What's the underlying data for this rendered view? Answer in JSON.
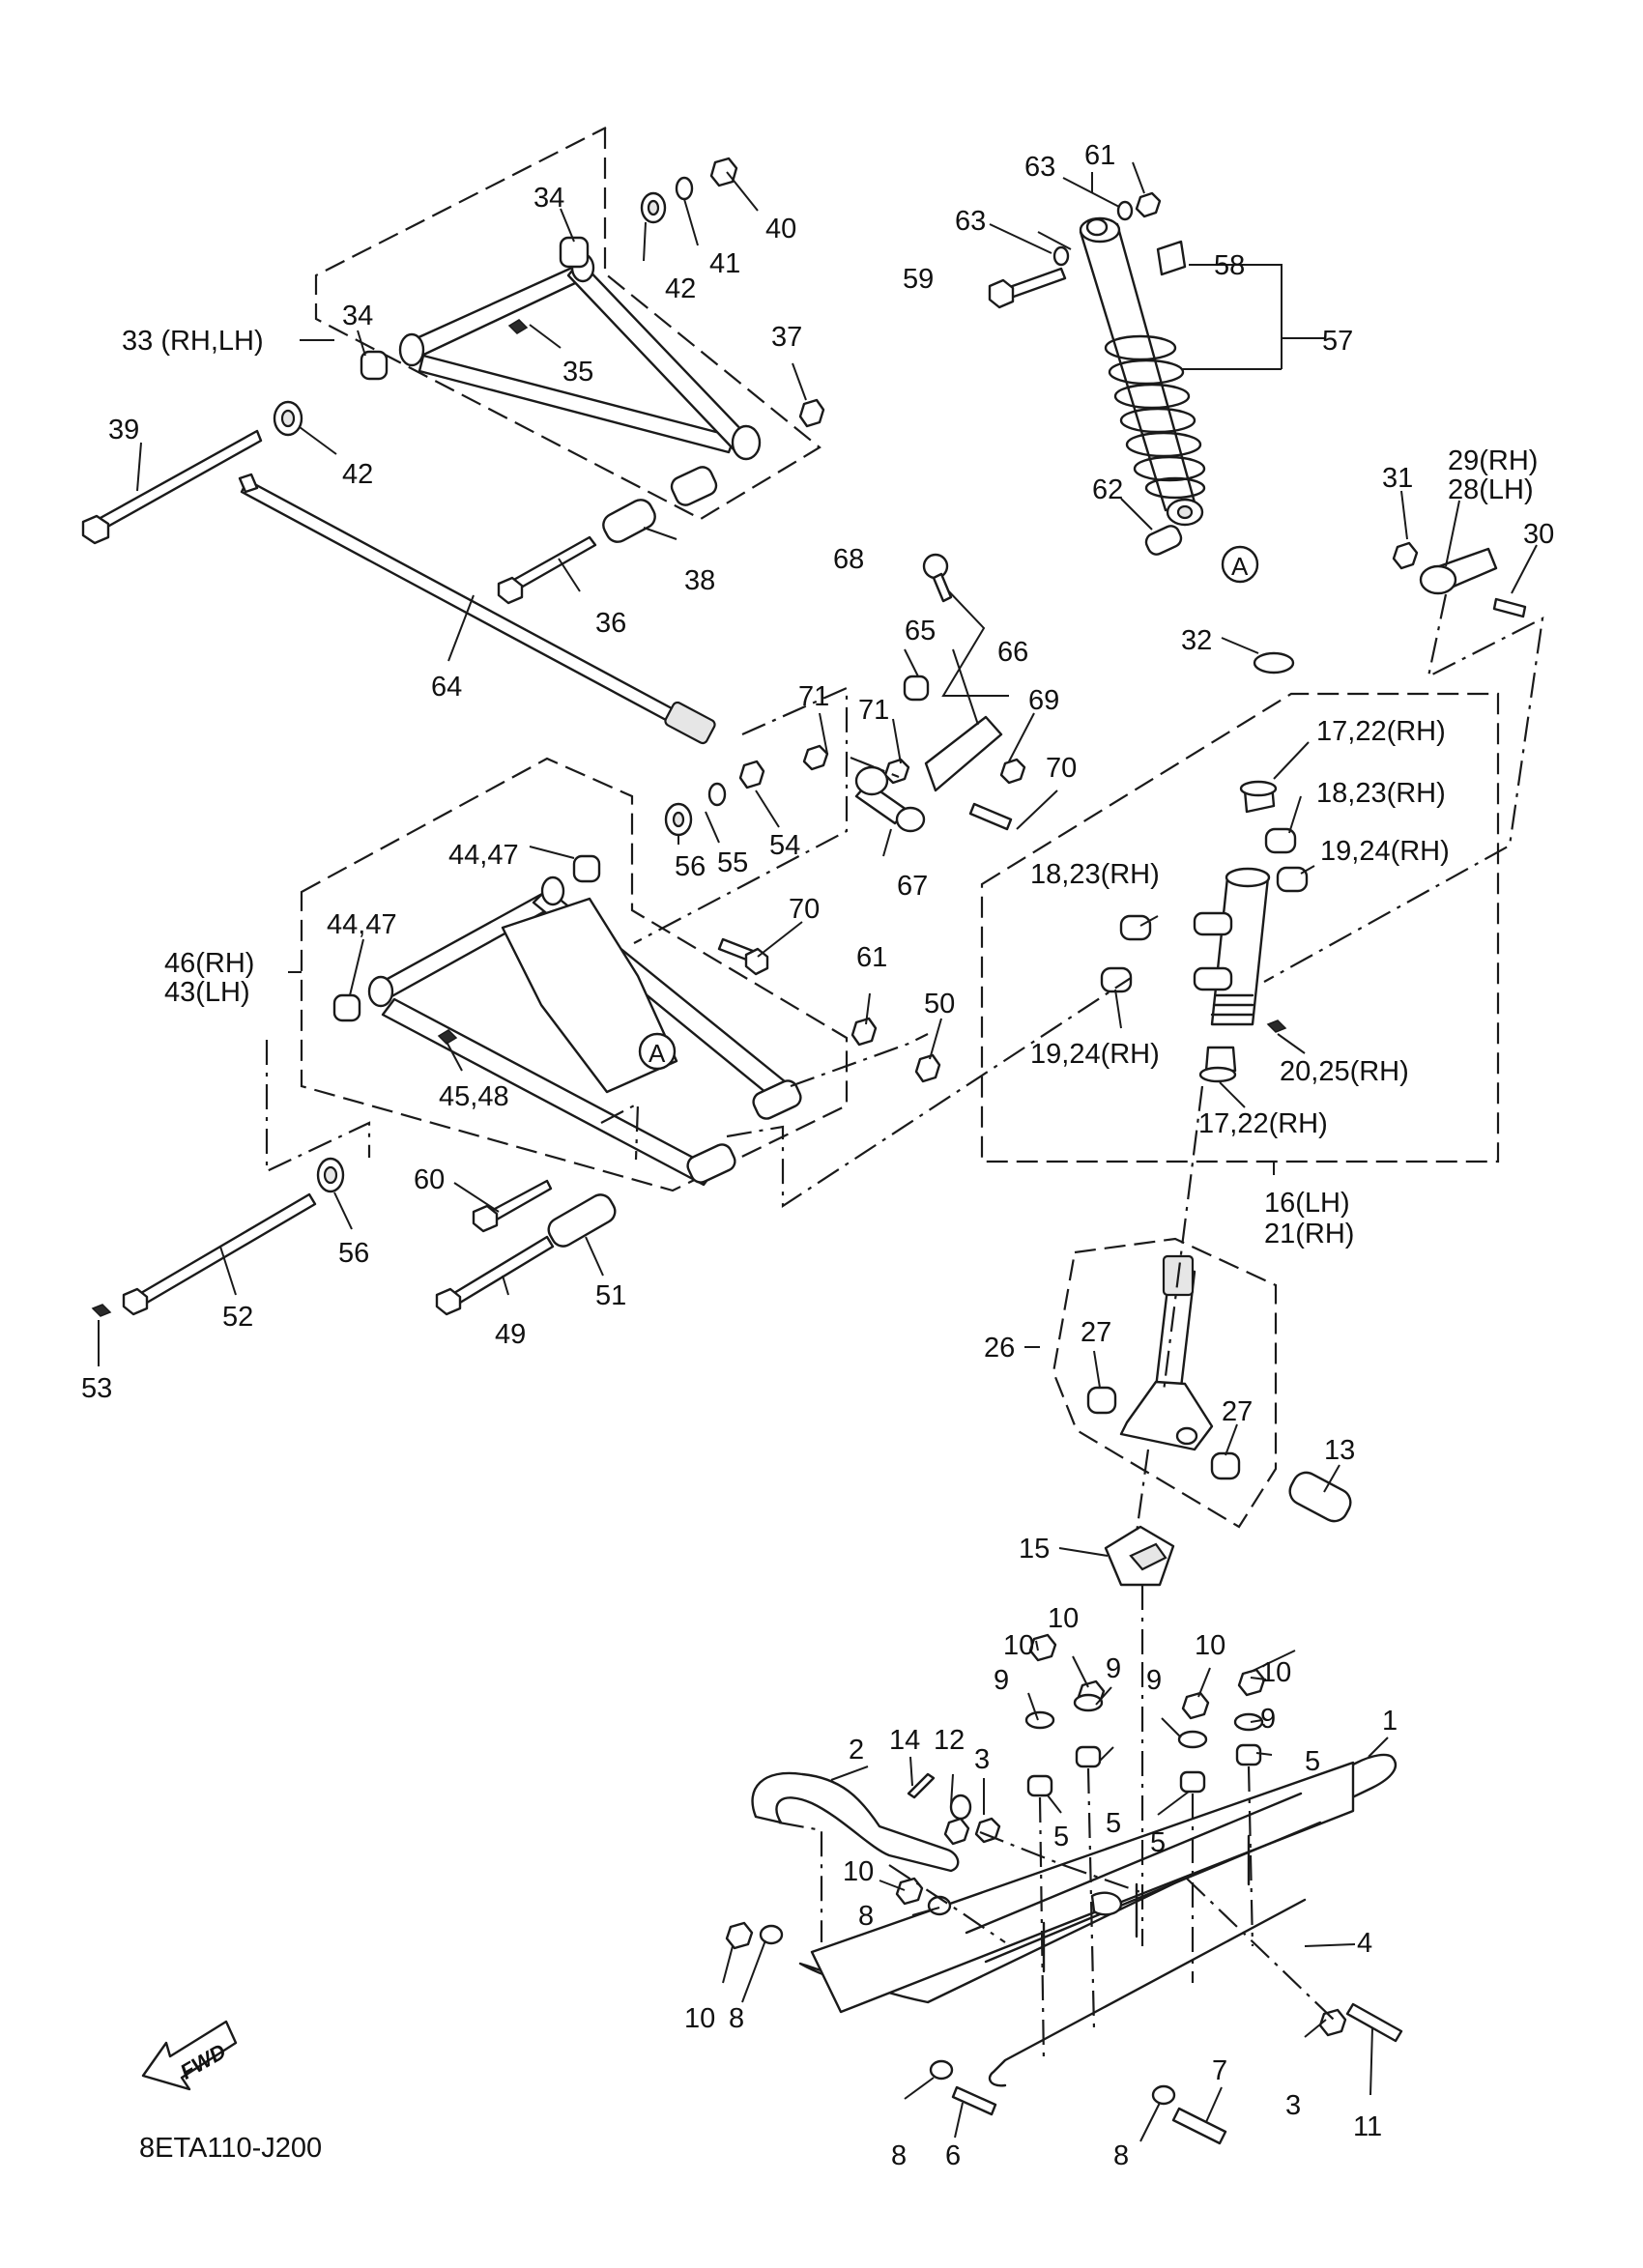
{
  "diagram_code": "8ETA110-J200",
  "fwd_label": "FWD",
  "circle_marker": "A",
  "callouts": [
    {
      "id": "c1",
      "text": "1"
    },
    {
      "id": "c2",
      "text": "2"
    },
    {
      "id": "c3a",
      "text": "3"
    },
    {
      "id": "c3b",
      "text": "3"
    },
    {
      "id": "c4",
      "text": "4"
    },
    {
      "id": "c5a",
      "text": "5"
    },
    {
      "id": "c5b",
      "text": "5"
    },
    {
      "id": "c5c",
      "text": "5"
    },
    {
      "id": "c5d",
      "text": "5"
    },
    {
      "id": "c6",
      "text": "6"
    },
    {
      "id": "c7",
      "text": "7"
    },
    {
      "id": "c8a",
      "text": "8"
    },
    {
      "id": "c8b",
      "text": "8"
    },
    {
      "id": "c8c",
      "text": "8"
    },
    {
      "id": "c8d",
      "text": "8"
    },
    {
      "id": "c9a",
      "text": "9"
    },
    {
      "id": "c9b",
      "text": "9"
    },
    {
      "id": "c9c",
      "text": "9"
    },
    {
      "id": "c9d",
      "text": "9"
    },
    {
      "id": "c10a",
      "text": "10"
    },
    {
      "id": "c10b",
      "text": "10"
    },
    {
      "id": "c10c",
      "text": "10"
    },
    {
      "id": "c10d",
      "text": "10"
    },
    {
      "id": "c10e",
      "text": "10"
    },
    {
      "id": "c10f",
      "text": "10"
    },
    {
      "id": "c11",
      "text": "11"
    },
    {
      "id": "c12",
      "text": "12"
    },
    {
      "id": "c13",
      "text": "13"
    },
    {
      "id": "c14",
      "text": "14"
    },
    {
      "id": "c15",
      "text": "15"
    },
    {
      "id": "c16",
      "text": "16(LH)"
    },
    {
      "id": "c21",
      "text": "21(RH)"
    },
    {
      "id": "c1722a",
      "text": "17,22(RH)"
    },
    {
      "id": "c1722b",
      "text": "17,22(RH)"
    },
    {
      "id": "c1823a",
      "text": "18,23(RH)"
    },
    {
      "id": "c1823b",
      "text": "18,23(RH)"
    },
    {
      "id": "c1924a",
      "text": "19,24(RH)"
    },
    {
      "id": "c1924b",
      "text": "19,24(RH)"
    },
    {
      "id": "c2025",
      "text": "20,25(RH)"
    },
    {
      "id": "c26",
      "text": "26"
    },
    {
      "id": "c27a",
      "text": "27"
    },
    {
      "id": "c27b",
      "text": "27"
    },
    {
      "id": "c29",
      "text": "29(RH)"
    },
    {
      "id": "c28",
      "text": "28(LH)"
    },
    {
      "id": "c30",
      "text": "30"
    },
    {
      "id": "c31",
      "text": "31"
    },
    {
      "id": "c32",
      "text": "32"
    },
    {
      "id": "c33",
      "text": "33 (RH,LH)"
    },
    {
      "id": "c34a",
      "text": "34"
    },
    {
      "id": "c34b",
      "text": "34"
    },
    {
      "id": "c35",
      "text": "35"
    },
    {
      "id": "c36",
      "text": "36"
    },
    {
      "id": "c37",
      "text": "37"
    },
    {
      "id": "c38",
      "text": "38"
    },
    {
      "id": "c39",
      "text": "39"
    },
    {
      "id": "c40",
      "text": "40"
    },
    {
      "id": "c41",
      "text": "41"
    },
    {
      "id": "c42a",
      "text": "42"
    },
    {
      "id": "c42b",
      "text": "42"
    },
    {
      "id": "c4447a",
      "text": "44,47"
    },
    {
      "id": "c4447b",
      "text": "44,47"
    },
    {
      "id": "c4548",
      "text": "45,48"
    },
    {
      "id": "c46",
      "text": "46(RH)"
    },
    {
      "id": "c43",
      "text": "43(LH)"
    },
    {
      "id": "c49",
      "text": "49"
    },
    {
      "id": "c50",
      "text": "50"
    },
    {
      "id": "c51",
      "text": "51"
    },
    {
      "id": "c52",
      "text": "52"
    },
    {
      "id": "c53",
      "text": "53"
    },
    {
      "id": "c54",
      "text": "54"
    },
    {
      "id": "c55",
      "text": "55"
    },
    {
      "id": "c56a",
      "text": "56"
    },
    {
      "id": "c56b",
      "text": "56"
    },
    {
      "id": "c57",
      "text": "57"
    },
    {
      "id": "c58",
      "text": "58"
    },
    {
      "id": "c59",
      "text": "59"
    },
    {
      "id": "c60",
      "text": "60"
    },
    {
      "id": "c61a",
      "text": "61"
    },
    {
      "id": "c61b",
      "text": "61"
    },
    {
      "id": "c62",
      "text": "62"
    },
    {
      "id": "c63a",
      "text": "63"
    },
    {
      "id": "c63b",
      "text": "63"
    },
    {
      "id": "c64",
      "text": "64"
    },
    {
      "id": "c65",
      "text": "65"
    },
    {
      "id": "c66",
      "text": "66"
    },
    {
      "id": "c67",
      "text": "67"
    },
    {
      "id": "c68",
      "text": "68"
    },
    {
      "id": "c69",
      "text": "69"
    },
    {
      "id": "c70a",
      "text": "70"
    },
    {
      "id": "c70b",
      "text": "70"
    },
    {
      "id": "c71a",
      "text": "71"
    },
    {
      "id": "c71b",
      "text": "71"
    }
  ]
}
